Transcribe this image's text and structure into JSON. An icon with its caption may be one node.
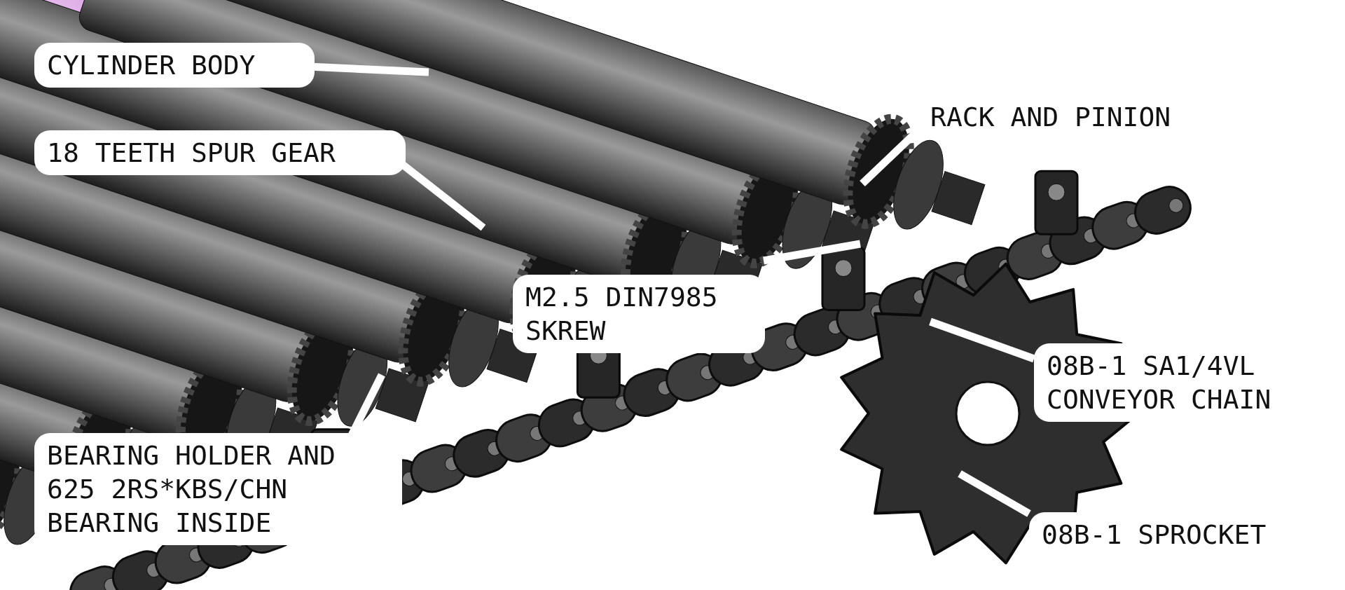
{
  "diagram": {
    "nodes": [
      {
        "text": [
          "CYLINDER BODY"
        ]
      },
      {
        "text": [
          "18 TEETH SPUR GEAR"
        ]
      },
      {
        "text": [
          "RACK AND PINION"
        ]
      },
      {
        "text": [
          "M2.5 DIN7985 SKREW"
        ]
      },
      {
        "text": [
          "08B-1 SA1/4VL CONVEYOR CHAIN"
        ]
      },
      {
        "text": [
          "BEARING HOLDER AND 625 2RS*KBS/CHN BEARING INSIDE"
        ]
      },
      {
        "text": [
          "08B-1 SPROCKET"
        ]
      }
    ],
    "edges": [
      {
        "from": 0,
        "to": null,
        "arrow": "none"
      },
      {
        "from": 1,
        "to": null,
        "arrow": "none"
      },
      {
        "from": 2,
        "to": null,
        "arrow": "none"
      },
      {
        "from": 3,
        "to": null,
        "arrow": "none"
      },
      {
        "from": 4,
        "to": null,
        "arrow": "none"
      },
      {
        "from": 5,
        "to": null,
        "arrow": "none"
      },
      {
        "from": 6,
        "to": null,
        "arrow": "none"
      }
    ]
  }
}
